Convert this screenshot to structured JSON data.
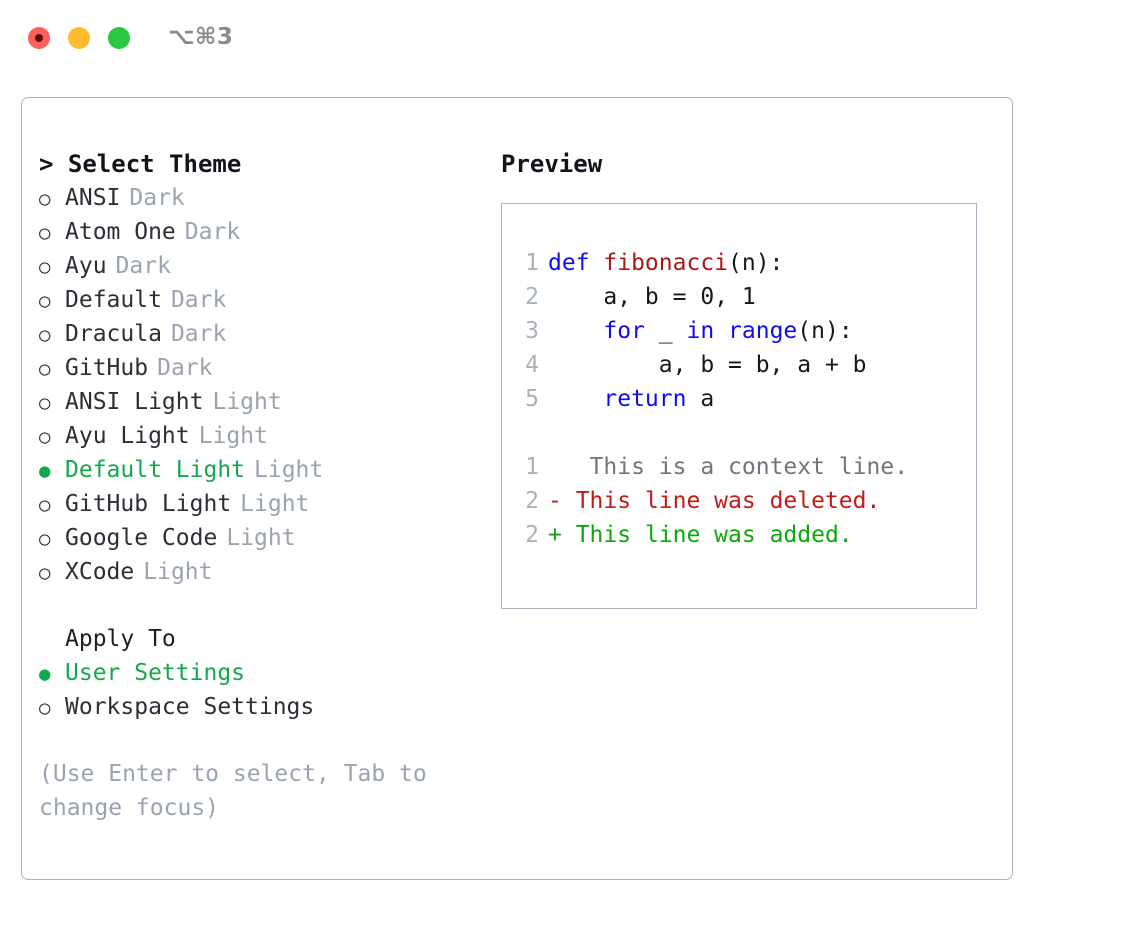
{
  "window": {
    "traffic_lights": [
      "close-red",
      "minimize-yellow",
      "maximize-green"
    ],
    "shortcut_label": "⌥⌘3"
  },
  "theme_list": {
    "header": "> Select Theme",
    "selected_marker": "●",
    "unselected_marker": "○",
    "items": [
      {
        "name": "ANSI",
        "tag": "Dark",
        "selected": false
      },
      {
        "name": "Atom One",
        "tag": "Dark",
        "selected": false
      },
      {
        "name": "Ayu",
        "tag": "Dark",
        "selected": false
      },
      {
        "name": "Default",
        "tag": "Dark",
        "selected": false
      },
      {
        "name": "Dracula",
        "tag": "Dark",
        "selected": false
      },
      {
        "name": "GitHub",
        "tag": "Dark",
        "selected": false
      },
      {
        "name": "ANSI Light",
        "tag": "Light",
        "selected": false
      },
      {
        "name": "Ayu Light",
        "tag": "Light",
        "selected": false
      },
      {
        "name": "Default Light",
        "tag": "Light",
        "selected": true
      },
      {
        "name": "GitHub Light",
        "tag": "Light",
        "selected": false
      },
      {
        "name": "Google Code",
        "tag": "Light",
        "selected": false
      },
      {
        "name": "XCode",
        "tag": "Light",
        "selected": false
      }
    ]
  },
  "apply_to": {
    "title": "Apply To",
    "items": [
      {
        "name": "User Settings",
        "selected": true
      },
      {
        "name": "Workspace Settings",
        "selected": false
      }
    ]
  },
  "hint": "(Use Enter to select, Tab to change focus)",
  "preview": {
    "title": "Preview",
    "code_lines": [
      {
        "num": "1",
        "tokens": [
          {
            "t": "def ",
            "c": "kw"
          },
          {
            "t": "fibonacci",
            "c": "fn"
          },
          {
            "t": "(n):",
            "c": "pl"
          }
        ]
      },
      {
        "num": "2",
        "tokens": [
          {
            "t": "    a, b = 0, 1",
            "c": "pl"
          }
        ]
      },
      {
        "num": "3",
        "tokens": [
          {
            "t": "    ",
            "c": "pl"
          },
          {
            "t": "for",
            "c": "kw"
          },
          {
            "t": " _ ",
            "c": "pl"
          },
          {
            "t": "in",
            "c": "kw"
          },
          {
            "t": " ",
            "c": "pl"
          },
          {
            "t": "range",
            "c": "kw"
          },
          {
            "t": "(n):",
            "c": "pl"
          }
        ]
      },
      {
        "num": "4",
        "tokens": [
          {
            "t": "        a, b = b, a + b",
            "c": "pl"
          }
        ]
      },
      {
        "num": "5",
        "tokens": [
          {
            "t": "    ",
            "c": "pl"
          },
          {
            "t": "return",
            "c": "kw"
          },
          {
            "t": " a",
            "c": "pl"
          }
        ]
      }
    ],
    "diff_lines": [
      {
        "num": "1",
        "marker": " ",
        "text": "  This is a context line.",
        "kind": "ctx"
      },
      {
        "num": "2",
        "marker": "-",
        "text": " This line was deleted.",
        "kind": "del"
      },
      {
        "num": "2",
        "marker": "+",
        "text": " This line was added.",
        "kind": "add"
      }
    ]
  },
  "colors": {
    "selection_green": "#13a84c",
    "diff_added": "#0aa80a",
    "diff_deleted": "#c41a16",
    "keyword_blue": "#0d0df0",
    "function_red": "#a61b16",
    "muted_gray": "#9aa3af",
    "border": "#a9b4c2"
  }
}
